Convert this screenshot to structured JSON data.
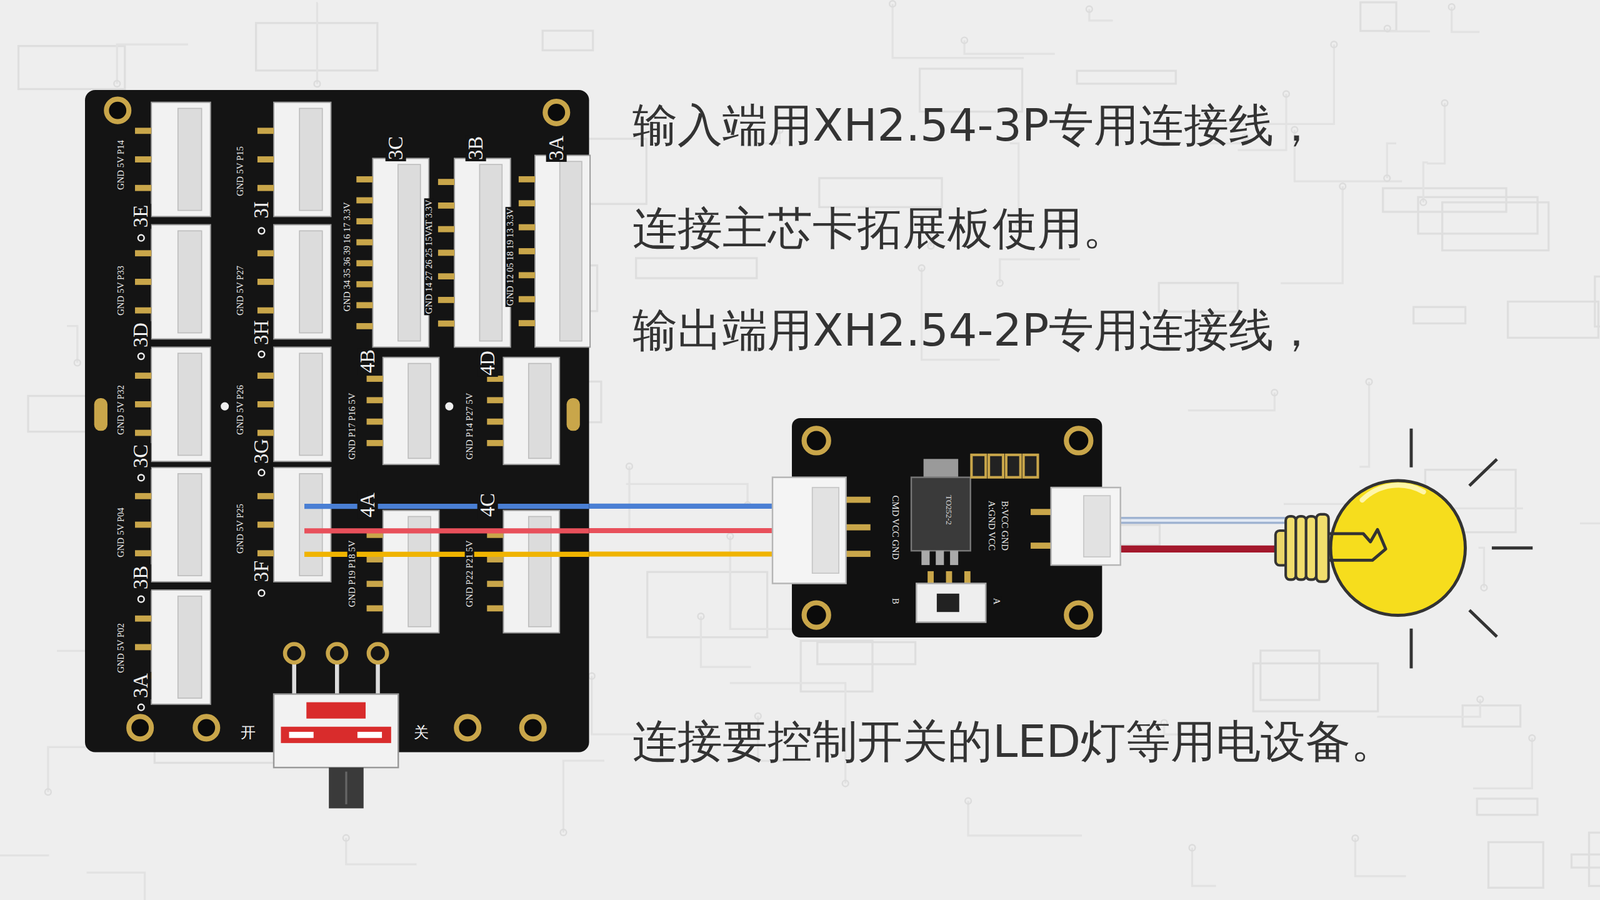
{
  "diagram": {
    "nodes": [
      {
        "text": [
          "GND 5V P14",
          "3E",
          "GND 5V P33",
          "3D",
          "GND 5V P32",
          "3C",
          "GND 5V P04",
          "3B",
          "GND 5V P02",
          "3A",
          "GND 5V P15",
          "3I",
          "GND 5V P27",
          "3H",
          "GND 5V P26",
          "3G",
          "GND 5V P25",
          "3F",
          "3C",
          "GND 34 35 36 39 16 17 3.3V",
          "3B",
          "GND 14 27 26 25 15VAT 3.3V",
          "3A",
          "GND 12 05 18 19 13 3.3V",
          "4B",
          "GND P17 P16 5V",
          "4D",
          "GND P14 P27 5V",
          "4A",
          "GND P19 P18 5V",
          "4C",
          "GND P22 P21 5V",
          "开",
          "关"
        ]
      },
      {
        "text": [
          "CMD VCC GND",
          "TO252-2",
          "A:GND VCC",
          "B:VCC GND",
          "B",
          "A"
        ]
      }
    ],
    "edges": [
      {
        "from": 0,
        "to": 1,
        "arrow": "none"
      },
      {
        "from": 0,
        "to": 1,
        "arrow": "none"
      },
      {
        "from": 0,
        "to": 1,
        "arrow": "none"
      }
    ],
    "labels": [
      "输入端用XH2.54-3P专用连接线，",
      "连接主芯卡拓展板使用。",
      "输出端用XH2.54-2P专用连接线，",
      "连接要控制开关的LED灯等用电设备。"
    ]
  }
}
